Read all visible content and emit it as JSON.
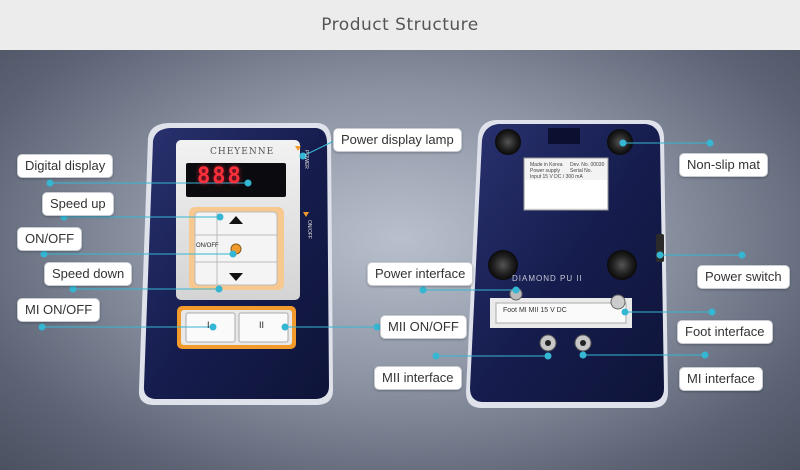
{
  "header": {
    "title": "Product Structure"
  },
  "front": {
    "brand": "CHEYENNE",
    "display_value": "888",
    "power_text": "POWER",
    "onoff_text": "ON/OFF",
    "onoff_side_text": "ON/OFF",
    "mi_button": "I",
    "mii_button": "II"
  },
  "back": {
    "sticker_lines": [
      "Made in Korea",
      "Power supply",
      "Input 15 V DC / 300 mA",
      "Dev. No. 00030",
      "Serial No."
    ],
    "model_text": "DIAMOND PU II",
    "panel_text": "Foot    MI    MII    15 V DC"
  },
  "labels": {
    "digital_display": "Digital display",
    "speed_up": "Speed up",
    "on_off": "ON/OFF",
    "speed_down": "Speed down",
    "mi_on_off": "MI ON/OFF",
    "power_display_lamp": "Power display lamp",
    "mii_on_off": "MII ON/OFF",
    "power_interface": "Power interface",
    "mii_interface": "MII interface",
    "non_slip_mat": "Non-slip mat",
    "power_switch": "Power switch",
    "foot_interface": "Foot interface",
    "mi_interface": "MI interface"
  },
  "colors": {
    "device_navy": "#1c2356",
    "accent_orange": "#f39a2c",
    "pointer_cyan": "#35b6d3",
    "digit_red": "#ff2f3c"
  }
}
